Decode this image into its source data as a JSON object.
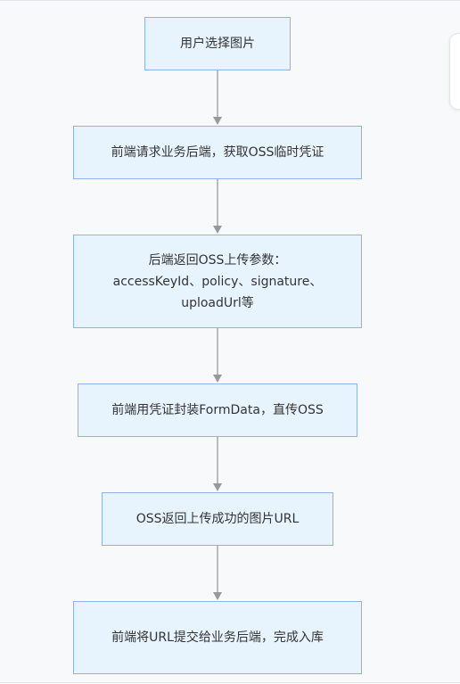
{
  "flowchart": {
    "nodes": [
      {
        "id": "select-image",
        "label": "用户选择图片"
      },
      {
        "id": "request-credential",
        "label": "前端请求业务后端，获取OSS临时凭证"
      },
      {
        "id": "return-params",
        "label": "后端返回OSS上传参数：accessKeyId、policy、signature、uploadUrl等"
      },
      {
        "id": "upload-direct",
        "label": "前端用凭证封装FormData，直传OSS"
      },
      {
        "id": "oss-return-url",
        "label": "OSS返回上传成功的图片URL"
      },
      {
        "id": "submit-url",
        "label": "前端将URL提交给业务后端，完成入库"
      }
    ],
    "edges": [
      {
        "from": "select-image",
        "to": "request-credential"
      },
      {
        "from": "request-credential",
        "to": "return-params"
      },
      {
        "from": "return-params",
        "to": "upload-direct"
      },
      {
        "from": "upload-direct",
        "to": "oss-return-url"
      },
      {
        "from": "oss-return-url",
        "to": "submit-url"
      }
    ],
    "colors": {
      "node_fill": "#e8f4fd",
      "node_border": "#8fb3e8",
      "edge": "#999999",
      "text": "#333333"
    }
  }
}
